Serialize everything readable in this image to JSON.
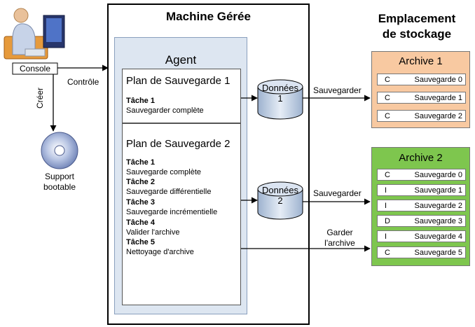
{
  "console": {
    "label": "Console"
  },
  "links": {
    "control": "Contrôle",
    "create": "Créer",
    "backup1": "Sauvegarder",
    "backup2": "Sauvegarder",
    "keep_archive_line1": "Garder",
    "keep_archive_line2": "l'archive"
  },
  "bootable": {
    "line1": "Support",
    "line2": "bootable"
  },
  "machine": {
    "title": "Machine Gérée"
  },
  "agent": {
    "title": "Agent"
  },
  "plan1": {
    "title": "Plan de Sauvegarde 1",
    "tasks": [
      {
        "name": "Tâche 1",
        "desc": "Sauvegarder complète"
      }
    ]
  },
  "plan2": {
    "title": "Plan de Sauvegarde 2",
    "tasks": [
      {
        "name": "Tâche 1",
        "desc": "Sauvegarde complète"
      },
      {
        "name": "Tâche 2",
        "desc": "Sauvegarde différentielle"
      },
      {
        "name": "Tâche 3",
        "desc": "Sauvegarde incrémentielle"
      },
      {
        "name": "Tâche 4",
        "desc": "Valider l'archive"
      },
      {
        "name": "Tâche 5",
        "desc": "Nettoyage d'archive"
      }
    ]
  },
  "data1": {
    "line1": "Données",
    "line2": "1"
  },
  "data2": {
    "line1": "Données",
    "line2": "2"
  },
  "storage": {
    "line1": "Emplacement",
    "line2": "de stockage"
  },
  "archive1": {
    "title": "Archive 1",
    "color": "#f8c9a1",
    "backups": [
      {
        "type": "C",
        "name": "Sauvegarde 0"
      },
      {
        "type": "C",
        "name": "Sauvegarde 1"
      },
      {
        "type": "C",
        "name": "Sauvegarde 2"
      }
    ]
  },
  "archive2": {
    "title": "Archive 2",
    "color": "#7ec64e",
    "backups": [
      {
        "type": "C",
        "name": "Sauvegarde 0"
      },
      {
        "type": "I",
        "name": "Sauvegarde 1"
      },
      {
        "type": "I",
        "name": "Sauvegarde 2"
      },
      {
        "type": "D",
        "name": "Sauvegarde 3"
      },
      {
        "type": "I",
        "name": "Sauvegarde 4"
      },
      {
        "type": "C",
        "name": "Sauvegarde 5"
      }
    ]
  }
}
